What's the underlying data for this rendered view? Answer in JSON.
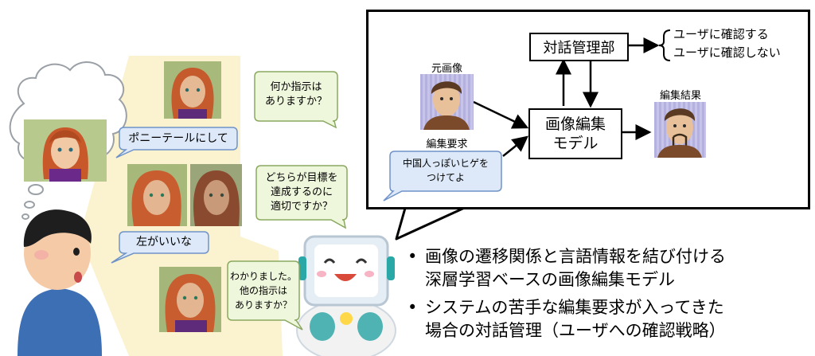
{
  "dialogue": {
    "system_q1": "何か指示は\nありますか？",
    "user_1": "ポニーテールにして",
    "system_q2": "どちらが目標を\n達成するのに\n適切ですか？",
    "user_2": "左がいいな",
    "system_q3": "わかりました。\n他の指示は\nありますか？"
  },
  "diagram": {
    "original_image_label": "元画像",
    "edit_request_label": "編集要求",
    "edit_request_text": "中国人っぽいヒゲを\nつけてよ",
    "dialogue_manager": "対話管理部",
    "model": "画像編集\nモデル",
    "result_label": "編集結果",
    "output_confirm": "ユーザに確認する",
    "output_no_confirm": "ユーザに確認しない"
  },
  "bullets": [
    "画像の遷移関係と言語情報を結び付ける\n深層学習ベースの画像編集モデル",
    "システムの苦手な編集要求が入ってきた\n場合の対話管理（ユーザへの確認戦略）"
  ],
  "colors": {
    "bubble_green": "#eef6dc",
    "bubble_blue": "#dde9f8",
    "panel_yellow": "#fbf3cf",
    "robot_body": "#f2f2f2"
  }
}
